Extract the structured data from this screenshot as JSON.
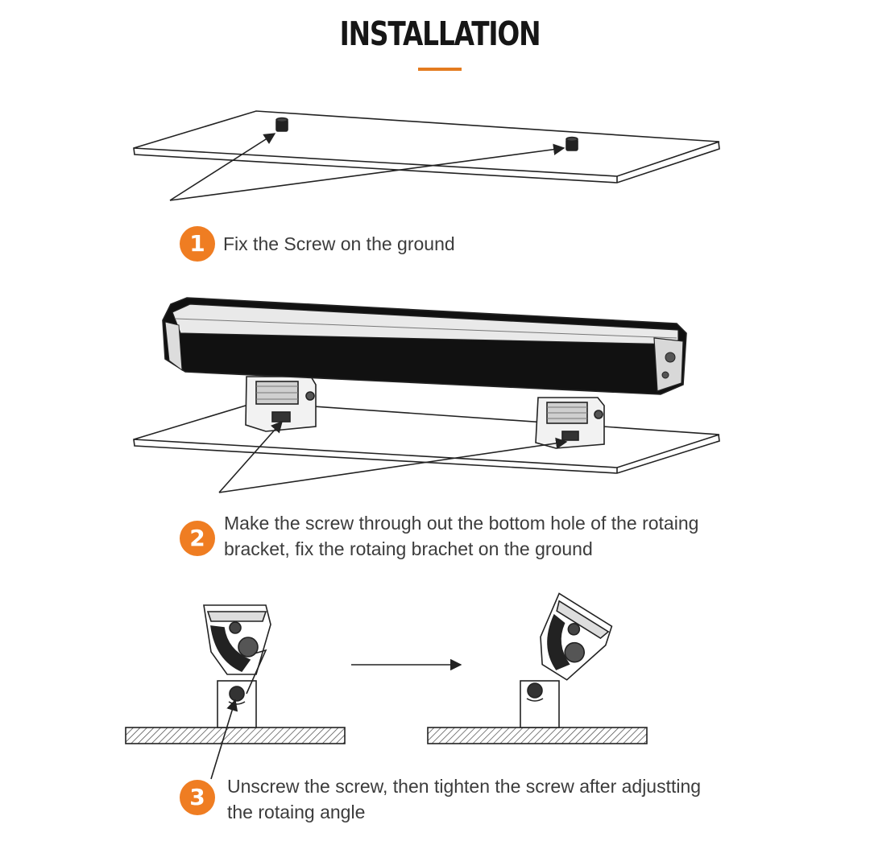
{
  "title": "INSTALLATION",
  "accent_color": "#ef7d22",
  "steps": [
    {
      "number": "1",
      "lines": [
        "Fix the Screw on the ground"
      ]
    },
    {
      "number": "2",
      "lines": [
        "Make the screw through out the bottom hole of the rotaing",
        "bracket, fix the rotaing brachet on the ground"
      ]
    },
    {
      "number": "3",
      "lines": [
        "Unscrew the screw, then tighten the screw after adjustting",
        "the rotaing angle"
      ]
    }
  ]
}
